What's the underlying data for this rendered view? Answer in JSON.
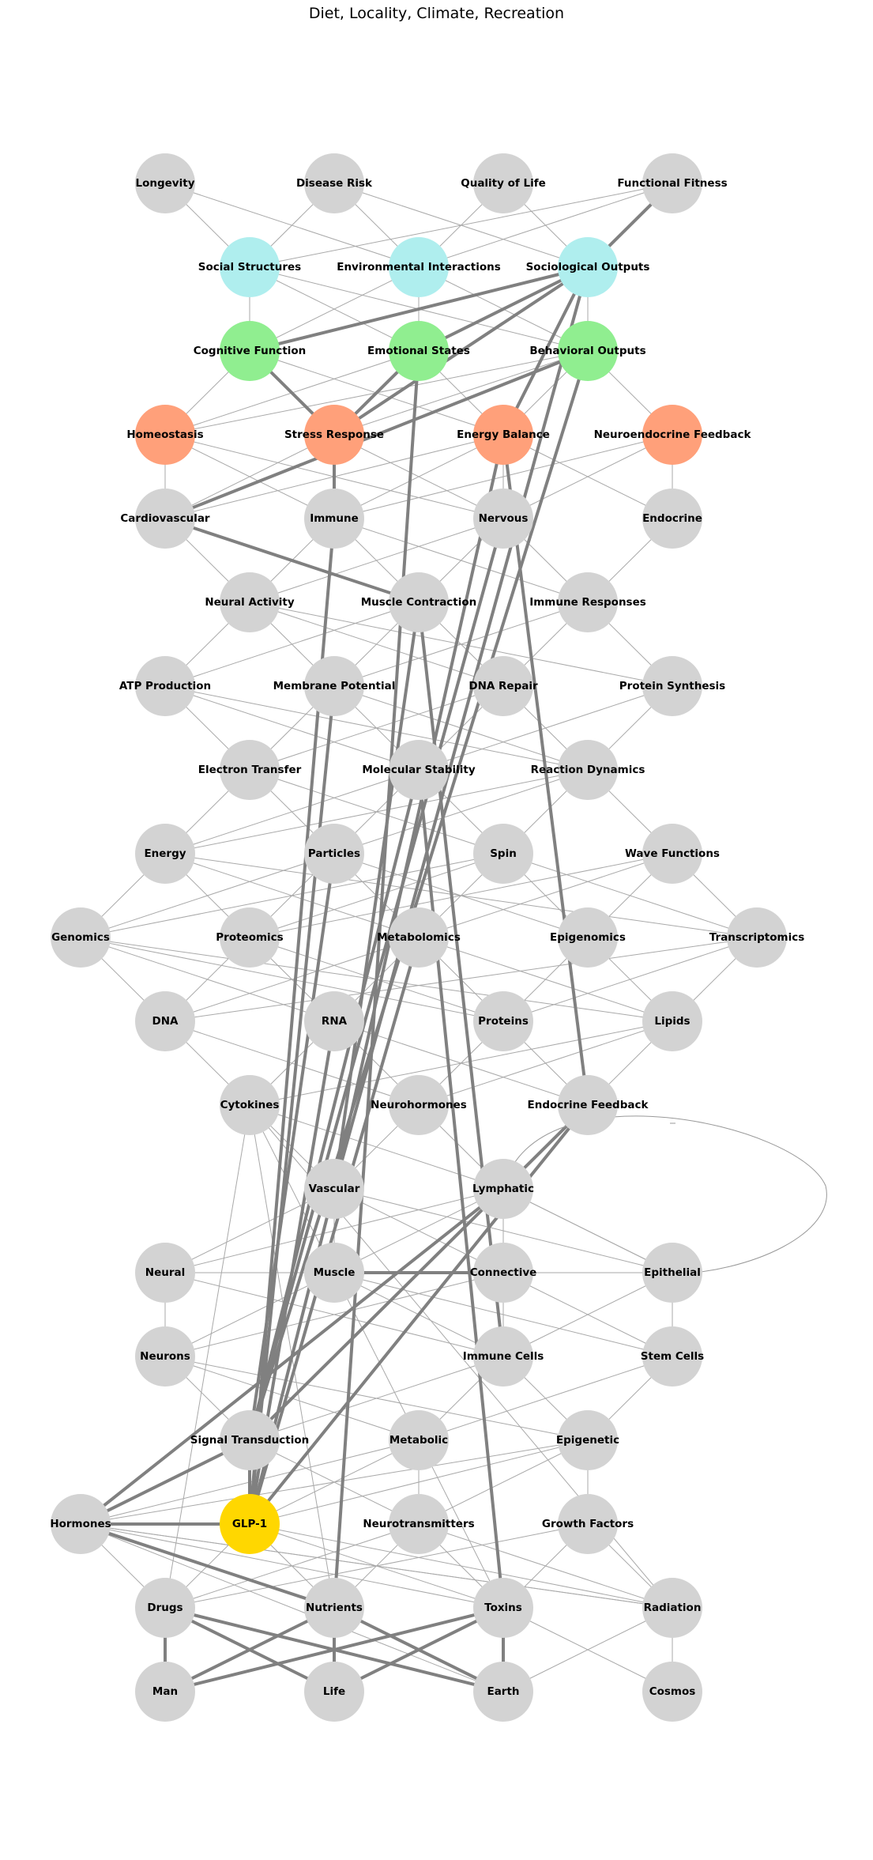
{
  "title": "Diet, Locality, Climate, Recreation",
  "colors": {
    "gray": "#d3d3d3",
    "cyan": "#afeeee",
    "green": "#90ee90",
    "orange": "#ffa07a",
    "gold": "#ffd700",
    "edge": "#808080"
  },
  "nodes": [
    {
      "id": "longevity",
      "label": "Longevity",
      "color": "gray"
    },
    {
      "id": "disease_risk",
      "label": "Disease Risk",
      "color": "gray"
    },
    {
      "id": "quality_of_life",
      "label": "Quality of Life",
      "color": "gray"
    },
    {
      "id": "functional_fitness",
      "label": "Functional Fitness",
      "color": "gray"
    },
    {
      "id": "social_structures",
      "label": "Social Structures",
      "color": "cyan"
    },
    {
      "id": "environmental_interactions",
      "label": "Environmental Interactions",
      "color": "cyan"
    },
    {
      "id": "sociological_outputs",
      "label": "Sociological Outputs",
      "color": "cyan"
    },
    {
      "id": "cognitive_function",
      "label": "Cognitive Function",
      "color": "green"
    },
    {
      "id": "emotional_states",
      "label": "Emotional States",
      "color": "green"
    },
    {
      "id": "behavioral_outputs",
      "label": "Behavioral Outputs",
      "color": "green"
    },
    {
      "id": "homeostasis",
      "label": "Homeostasis",
      "color": "orange"
    },
    {
      "id": "stress_response",
      "label": "Stress Response",
      "color": "orange"
    },
    {
      "id": "energy_balance",
      "label": "Energy Balance",
      "color": "orange"
    },
    {
      "id": "neuroendocrine_feedback",
      "label": "Neuroendocrine Feedback",
      "color": "orange"
    },
    {
      "id": "cardiovascular",
      "label": "Cardiovascular",
      "color": "gray"
    },
    {
      "id": "immune",
      "label": "Immune",
      "color": "gray"
    },
    {
      "id": "nervous",
      "label": "Nervous",
      "color": "gray"
    },
    {
      "id": "endocrine",
      "label": "Endocrine",
      "color": "gray"
    },
    {
      "id": "neural_activity",
      "label": "Neural Activity",
      "color": "gray"
    },
    {
      "id": "muscle_contraction",
      "label": "Muscle Contraction",
      "color": "gray"
    },
    {
      "id": "immune_responses",
      "label": "Immune Responses",
      "color": "gray"
    },
    {
      "id": "atp_production",
      "label": "ATP Production",
      "color": "gray"
    },
    {
      "id": "membrane_potential",
      "label": "Membrane Potential",
      "color": "gray"
    },
    {
      "id": "dna_repair",
      "label": "DNA Repair",
      "color": "gray"
    },
    {
      "id": "protein_synthesis",
      "label": "Protein Synthesis",
      "color": "gray"
    },
    {
      "id": "electron_transfer",
      "label": "Electron Transfer",
      "color": "gray"
    },
    {
      "id": "molecular_stability",
      "label": "Molecular Stability",
      "color": "gray"
    },
    {
      "id": "reaction_dynamics",
      "label": "Reaction Dynamics",
      "color": "gray"
    },
    {
      "id": "energy",
      "label": "Energy",
      "color": "gray"
    },
    {
      "id": "particles",
      "label": "Particles",
      "color": "gray"
    },
    {
      "id": "spin",
      "label": "Spin",
      "color": "gray"
    },
    {
      "id": "wave_functions",
      "label": "Wave Functions",
      "color": "gray"
    },
    {
      "id": "genomics",
      "label": "Genomics",
      "color": "gray"
    },
    {
      "id": "proteomics",
      "label": "Proteomics",
      "color": "gray"
    },
    {
      "id": "metabolomics",
      "label": "Metabolomics",
      "color": "gray"
    },
    {
      "id": "epigenomics",
      "label": "Epigenomics",
      "color": "gray"
    },
    {
      "id": "transcriptomics",
      "label": "Transcriptomics",
      "color": "gray"
    },
    {
      "id": "dna",
      "label": "DNA",
      "color": "gray"
    },
    {
      "id": "rna",
      "label": "RNA",
      "color": "gray"
    },
    {
      "id": "proteins",
      "label": "Proteins",
      "color": "gray"
    },
    {
      "id": "lipids",
      "label": "Lipids",
      "color": "gray"
    },
    {
      "id": "cytokines",
      "label": "Cytokines",
      "color": "gray"
    },
    {
      "id": "neurohormones",
      "label": "Neurohormones",
      "color": "gray"
    },
    {
      "id": "endocrine_feedback",
      "label": "Endocrine Feedback",
      "color": "gray"
    },
    {
      "id": "vascular",
      "label": "Vascular",
      "color": "gray"
    },
    {
      "id": "lymphatic",
      "label": "Lymphatic",
      "color": "gray"
    },
    {
      "id": "neural",
      "label": "Neural",
      "color": "gray"
    },
    {
      "id": "muscle",
      "label": "Muscle",
      "color": "gray"
    },
    {
      "id": "connective",
      "label": "Connective",
      "color": "gray"
    },
    {
      "id": "epithelial",
      "label": "Epithelial",
      "color": "gray"
    },
    {
      "id": "neurons",
      "label": "Neurons",
      "color": "gray"
    },
    {
      "id": "immune_cells",
      "label": "Immune Cells",
      "color": "gray"
    },
    {
      "id": "stem_cells",
      "label": "Stem Cells",
      "color": "gray"
    },
    {
      "id": "signal_transduction",
      "label": "Signal Transduction",
      "color": "gray"
    },
    {
      "id": "metabolic",
      "label": "Metabolic",
      "color": "gray"
    },
    {
      "id": "epigenetic",
      "label": "Epigenetic",
      "color": "gray"
    },
    {
      "id": "hormones",
      "label": "Hormones",
      "color": "gray"
    },
    {
      "id": "glp1",
      "label": "GLP-1",
      "color": "gold"
    },
    {
      "id": "neurotransmitters",
      "label": "Neurotransmitters",
      "color": "gray"
    },
    {
      "id": "growth_factors",
      "label": "Growth Factors",
      "color": "gray"
    },
    {
      "id": "drugs",
      "label": "Drugs",
      "color": "gray"
    },
    {
      "id": "nutrients",
      "label": "Nutrients",
      "color": "gray"
    },
    {
      "id": "toxins",
      "label": "Toxins",
      "color": "gray"
    },
    {
      "id": "radiation",
      "label": "Radiation",
      "color": "gray"
    },
    {
      "id": "man",
      "label": "Man",
      "color": "gray"
    },
    {
      "id": "life",
      "label": "Life",
      "color": "gray"
    },
    {
      "id": "earth",
      "label": "Earth",
      "color": "gray"
    },
    {
      "id": "cosmos",
      "label": "Cosmos",
      "color": "gray"
    }
  ],
  "thick_edges": [
    [
      "drugs",
      "man"
    ],
    [
      "drugs",
      "life"
    ],
    [
      "drugs",
      "earth"
    ],
    [
      "nutrients",
      "man"
    ],
    [
      "nutrients",
      "life"
    ],
    [
      "nutrients",
      "earth"
    ],
    [
      "toxins",
      "man"
    ],
    [
      "toxins",
      "life"
    ],
    [
      "toxins",
      "earth"
    ],
    [
      "hormones",
      "glp1"
    ],
    [
      "hormones",
      "signal_transduction"
    ],
    [
      "hormones",
      "lymphatic"
    ],
    [
      "hormones",
      "nutrients"
    ],
    [
      "glp1",
      "signal_transduction"
    ],
    [
      "glp1",
      "endocrine_feedback"
    ],
    [
      "glp1",
      "immune"
    ],
    [
      "glp1",
      "membrane_potential"
    ],
    [
      "glp1",
      "rna"
    ],
    [
      "glp1",
      "metabolomics"
    ],
    [
      "glp1",
      "vascular"
    ],
    [
      "signal_transduction",
      "particles"
    ],
    [
      "signal_transduction",
      "nervous"
    ],
    [
      "signal_transduction",
      "behavioral_outputs"
    ],
    [
      "signal_transduction",
      "endocrine_feedback"
    ],
    [
      "signal_transduction",
      "molecular_stability"
    ],
    [
      "vascular",
      "energy_balance"
    ],
    [
      "vascular",
      "sociological_outputs"
    ],
    [
      "vascular",
      "muscle_contraction"
    ],
    [
      "nutrients",
      "emotional_states"
    ],
    [
      "toxins",
      "molecular_stability"
    ],
    [
      "immune_cells",
      "muscle_contraction"
    ],
    [
      "endocrine_feedback",
      "energy_balance"
    ],
    [
      "muscle",
      "connective"
    ],
    [
      "cardiovascular",
      "muscle_contraction"
    ],
    [
      "cardiovascular",
      "behavioral_outputs"
    ],
    [
      "stress_response",
      "cognitive_function"
    ],
    [
      "stress_response",
      "emotional_states"
    ],
    [
      "stress_response",
      "sociological_outputs"
    ],
    [
      "stress_response",
      "immune"
    ],
    [
      "emotional_states",
      "sociological_outputs"
    ],
    [
      "cognitive_function",
      "sociological_outputs"
    ],
    [
      "sociological_outputs",
      "functional_fitness"
    ],
    [
      "sociological_outputs",
      "energy_balance"
    ]
  ]
}
